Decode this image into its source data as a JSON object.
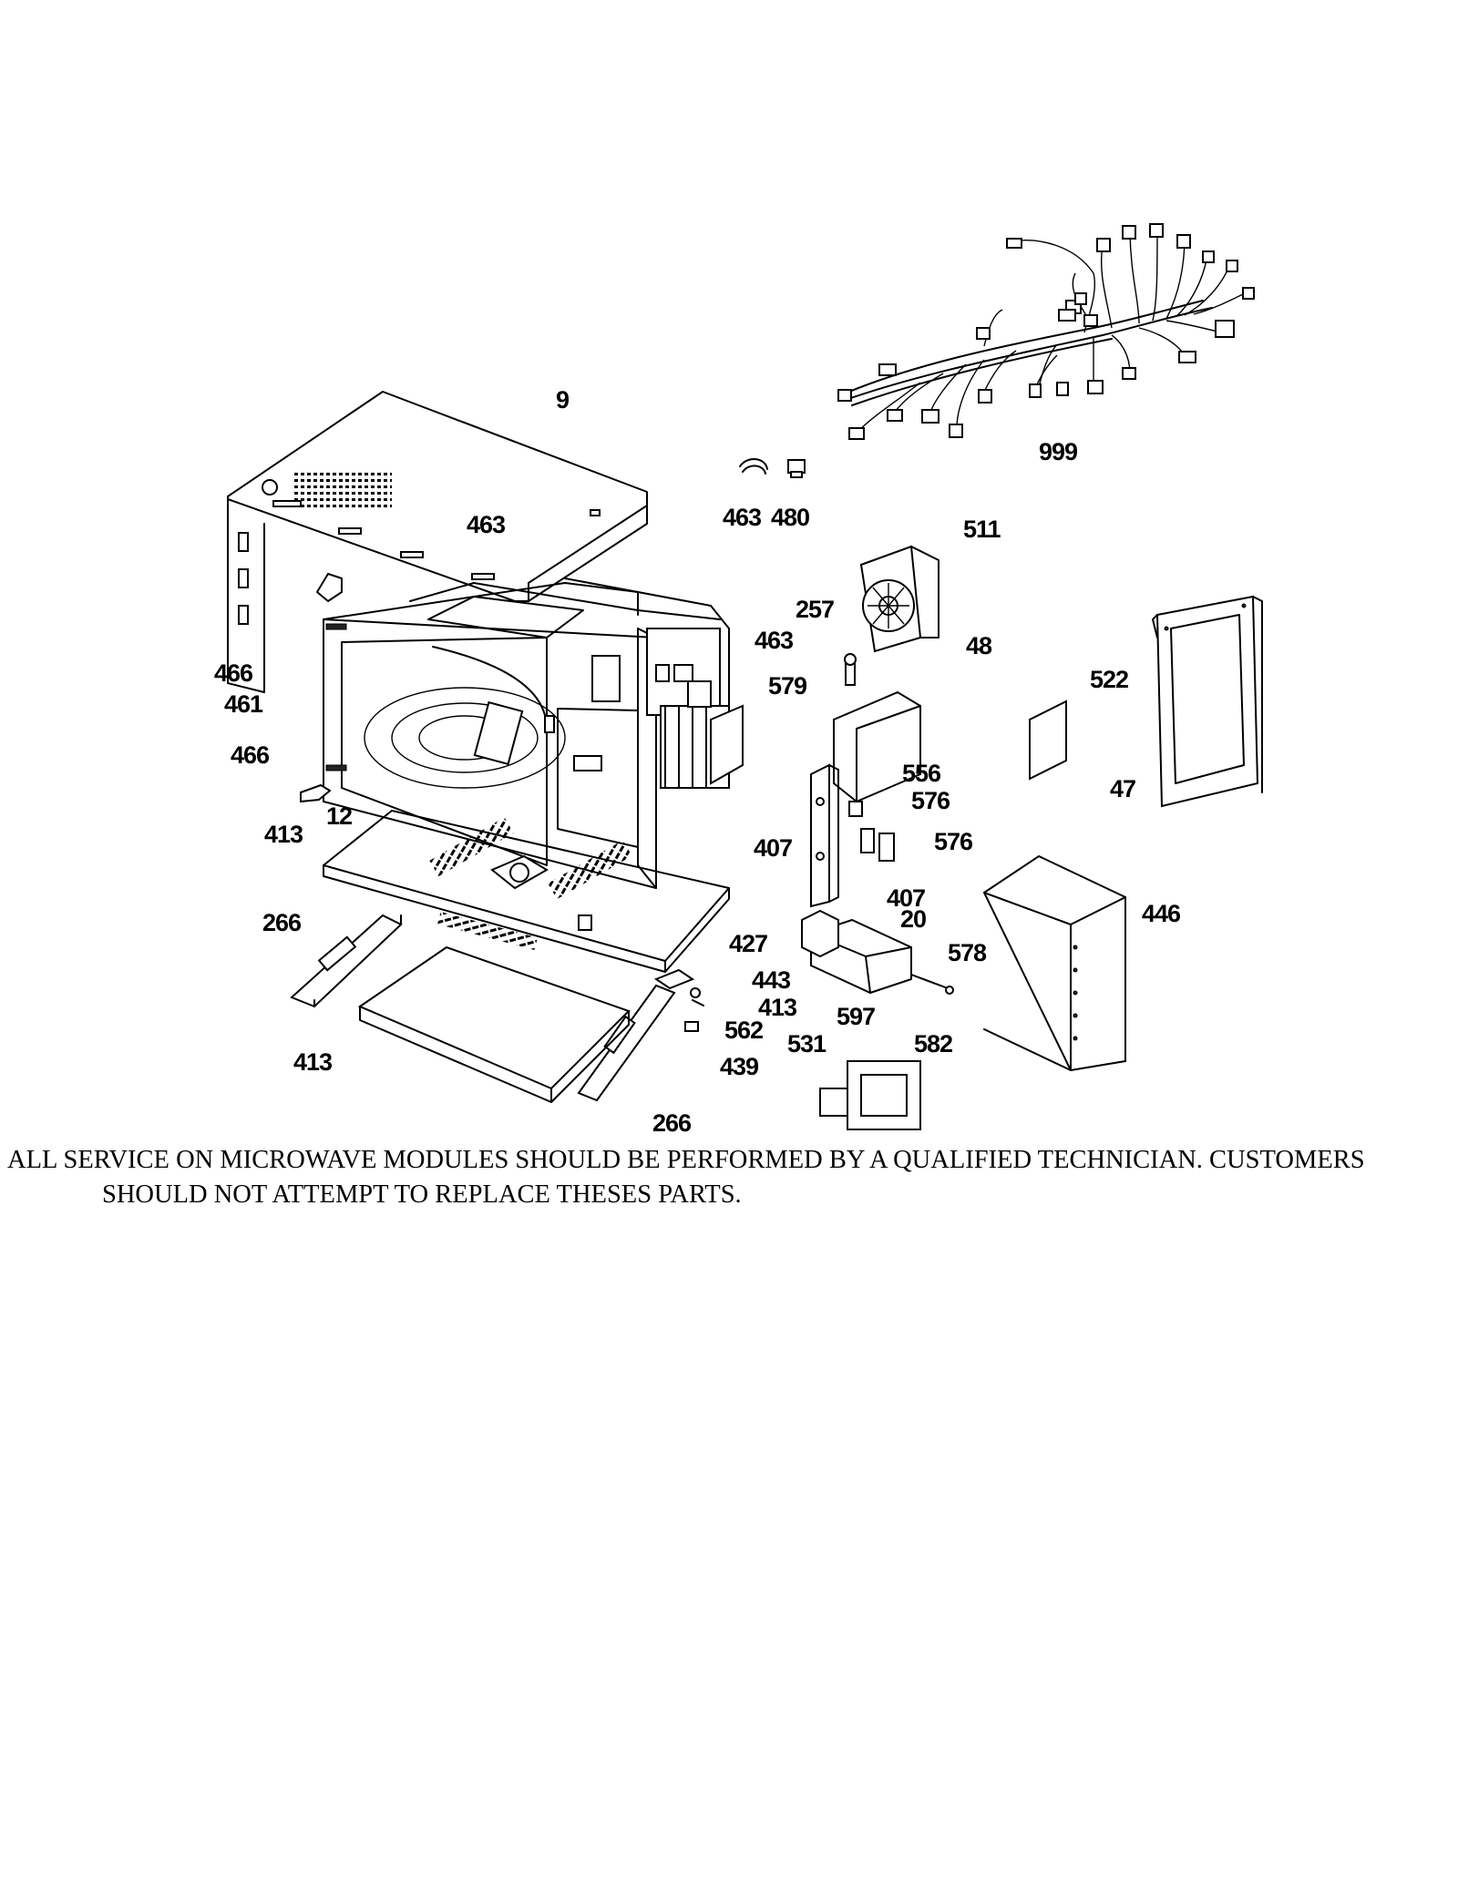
{
  "callouts": [
    {
      "id": "c9",
      "text": "9"
    },
    {
      "id": "c999",
      "text": "999"
    },
    {
      "id": "c463a",
      "text": "463"
    },
    {
      "id": "c480",
      "text": "480"
    },
    {
      "id": "c463b",
      "text": "463"
    },
    {
      "id": "c511",
      "text": "511"
    },
    {
      "id": "c257",
      "text": "257"
    },
    {
      "id": "c463c",
      "text": "463"
    },
    {
      "id": "c48",
      "text": "48"
    },
    {
      "id": "c466a",
      "text": "466"
    },
    {
      "id": "c461",
      "text": "461"
    },
    {
      "id": "c579",
      "text": "579"
    },
    {
      "id": "c522",
      "text": "522"
    },
    {
      "id": "c466b",
      "text": "466"
    },
    {
      "id": "c556",
      "text": "556"
    },
    {
      "id": "c576a",
      "text": "576"
    },
    {
      "id": "c47",
      "text": "47"
    },
    {
      "id": "c12",
      "text": "12"
    },
    {
      "id": "c413a",
      "text": "413"
    },
    {
      "id": "c407a",
      "text": "407"
    },
    {
      "id": "c576b",
      "text": "576"
    },
    {
      "id": "c407b",
      "text": "407"
    },
    {
      "id": "c20",
      "text": "20"
    },
    {
      "id": "c446",
      "text": "446"
    },
    {
      "id": "c266a",
      "text": "266"
    },
    {
      "id": "c427",
      "text": "427"
    },
    {
      "id": "c578",
      "text": "578"
    },
    {
      "id": "c443",
      "text": "443"
    },
    {
      "id": "c413b",
      "text": "413"
    },
    {
      "id": "c597",
      "text": "597"
    },
    {
      "id": "c562",
      "text": "562"
    },
    {
      "id": "c531",
      "text": "531"
    },
    {
      "id": "c582",
      "text": "582"
    },
    {
      "id": "c413c",
      "text": "413"
    },
    {
      "id": "c439",
      "text": "439"
    },
    {
      "id": "c266b",
      "text": "266"
    }
  ],
  "notice": {
    "line1": "ALL SERVICE ON MICROWAVE MODULES SHOULD BE PERFORMED BY A QUALIFIED TECHNICIAN. CUSTOMERS",
    "line2": "SHOULD NOT ATTEMPT TO REPLACE THESES PARTS."
  }
}
